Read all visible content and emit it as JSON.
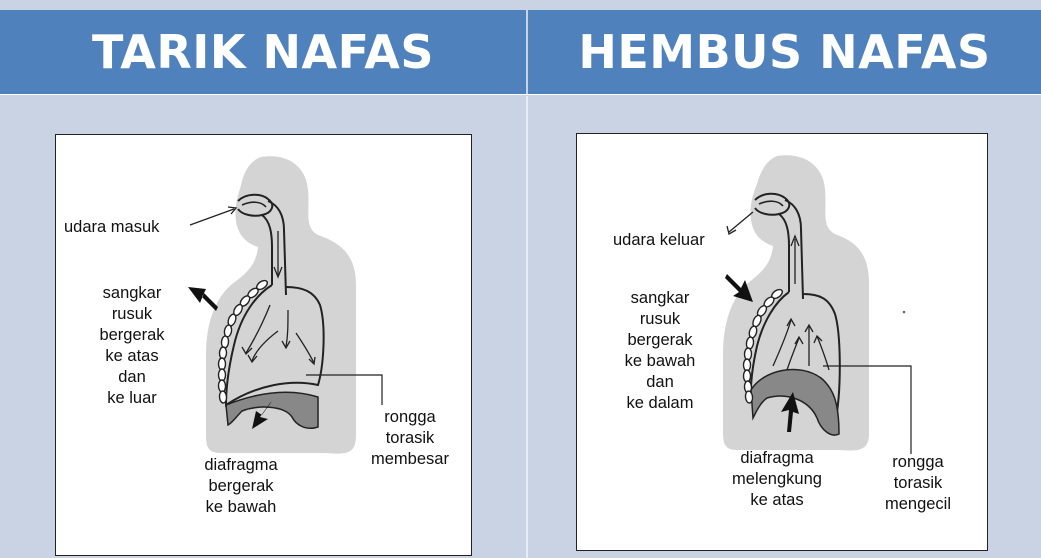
{
  "headers": {
    "left": "TARIK NAFAS",
    "right": "HEMBUS NAFAS"
  },
  "inhale": {
    "air_label": "udara masuk",
    "ribcage_label": [
      "sangkar",
      "rusuk",
      "bergerak",
      "ke atas",
      "dan",
      "ke luar"
    ],
    "diaphragm_label": [
      "diafragma",
      "bergerak",
      "ke bawah"
    ],
    "cavity_label": [
      "rongga",
      "torasik",
      "membesar"
    ]
  },
  "exhale": {
    "air_label": "udara keluar",
    "ribcage_label": [
      "sangkar",
      "rusuk",
      "bergerak",
      "ke bawah",
      "dan",
      "ke dalam"
    ],
    "diaphragm_label": [
      "diafragma",
      "melengkung",
      "ke atas"
    ],
    "cavity_label": [
      "rongga",
      "torasik",
      "mengecil"
    ]
  }
}
